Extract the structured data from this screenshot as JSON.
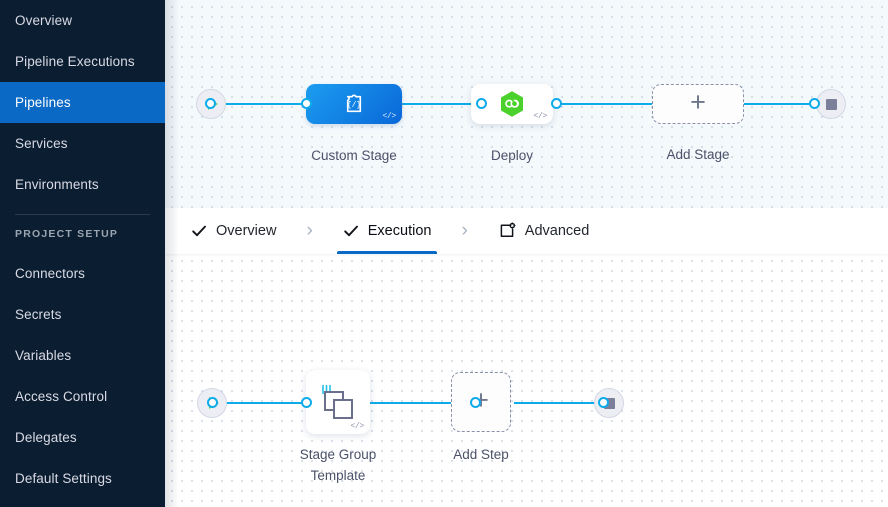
{
  "sidebar": {
    "items": [
      {
        "label": "Overview",
        "name": "overview",
        "active": false
      },
      {
        "label": "Pipeline Executions",
        "name": "pipeline-executions",
        "active": false
      },
      {
        "label": "Pipelines",
        "name": "pipelines",
        "active": true
      },
      {
        "label": "Services",
        "name": "services",
        "active": false
      },
      {
        "label": "Environments",
        "name": "environments",
        "active": false
      }
    ],
    "section_label": "PROJECT SETUP",
    "setup_items": [
      {
        "label": "Connectors",
        "name": "connectors"
      },
      {
        "label": "Secrets",
        "name": "secrets"
      },
      {
        "label": "Variables",
        "name": "variables"
      },
      {
        "label": "Access Control",
        "name": "access-control"
      },
      {
        "label": "Delegates",
        "name": "delegates"
      },
      {
        "label": "Default Settings",
        "name": "default-settings"
      }
    ],
    "active_color": "#0a69c4",
    "background_color": "#0b1d30"
  },
  "tabs": {
    "items": [
      {
        "label": "Overview",
        "icon": "check-icon",
        "active": false
      },
      {
        "label": "Execution",
        "icon": "check-icon",
        "active": true
      },
      {
        "label": "Advanced",
        "icon": "advanced-box-icon",
        "active": false
      }
    ],
    "separator": "›",
    "active_underline_color": "#0a69c4"
  },
  "stage_canvas": {
    "start_node": "start-play-node",
    "end_node": "end-stop-node",
    "stages": [
      {
        "label": "Custom Stage",
        "icon": "custom-stage-code-icon",
        "type": "custom",
        "badge": "</>"
      },
      {
        "label": "Deploy",
        "icon": "deploy-hexagon-icon",
        "type": "deploy",
        "badge": "</>"
      },
      {
        "label": "Add Stage",
        "icon": "plus-icon",
        "type": "add",
        "badge": ""
      }
    ],
    "connector_color": "#0eabea"
  },
  "step_canvas": {
    "start_node": "start-play-node",
    "end_node": "end-stop-node",
    "steps": [
      {
        "label": "Stage Group Template",
        "icon": "stacked-squares-template-icon",
        "type": "template",
        "badge": "</>"
      },
      {
        "label": "Add Step",
        "icon": "plus-icon",
        "type": "add",
        "badge": ""
      }
    ],
    "connector_color": "#0eabea"
  }
}
